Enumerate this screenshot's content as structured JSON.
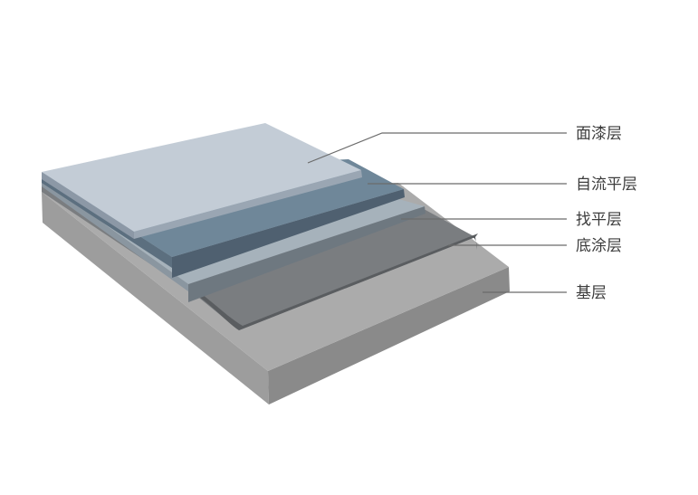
{
  "diagram": {
    "layers": [
      {
        "id": "topcoat",
        "label": "面漆层",
        "color_top": "#c3ccd6",
        "color_side": "#8e9aa8"
      },
      {
        "id": "self-leveling",
        "label": "自流平层",
        "color_top": "#6f8799",
        "color_side": "#56697a"
      },
      {
        "id": "leveling",
        "label": "找平层",
        "color_top": "#a5b1ba",
        "color_side": "#84909a"
      },
      {
        "id": "primer",
        "label": "底涂层",
        "color_top": "#7b7e81",
        "color_side": "#5d6063"
      },
      {
        "id": "substrate",
        "label": "基层",
        "color_top": "#aaaaaa",
        "color_side": "#8c8c8c"
      }
    ]
  }
}
